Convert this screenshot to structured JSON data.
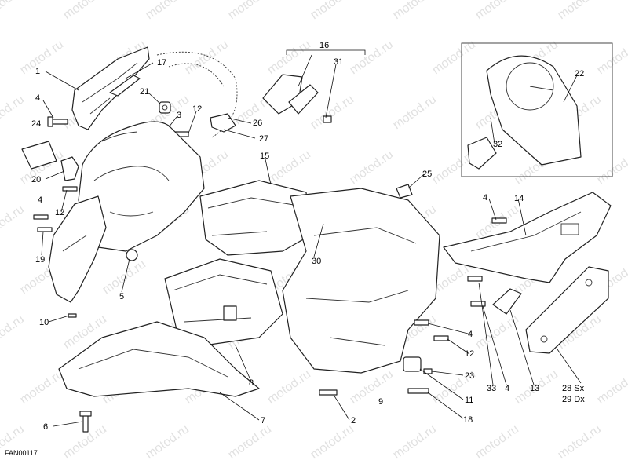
{
  "diagram": {
    "drawing_code": "FAN00117",
    "watermark": "motod.ru",
    "group_label": "16",
    "callouts": [
      {
        "id": "c1",
        "text": "1"
      },
      {
        "id": "c17",
        "text": "17"
      },
      {
        "id": "c4a",
        "text": "4"
      },
      {
        "id": "c21",
        "text": "21"
      },
      {
        "id": "c3",
        "text": "3"
      },
      {
        "id": "c12a",
        "text": "12"
      },
      {
        "id": "c24",
        "text": "24"
      },
      {
        "id": "c26",
        "text": "26"
      },
      {
        "id": "c27",
        "text": "27"
      },
      {
        "id": "c16",
        "text": "16"
      },
      {
        "id": "c31",
        "text": "31"
      },
      {
        "id": "c22",
        "text": "22"
      },
      {
        "id": "c32",
        "text": "32"
      },
      {
        "id": "c15",
        "text": "15"
      },
      {
        "id": "c25",
        "text": "25"
      },
      {
        "id": "c20",
        "text": "20"
      },
      {
        "id": "c4b",
        "text": "4"
      },
      {
        "id": "c12b",
        "text": "12"
      },
      {
        "id": "c4c",
        "text": "4"
      },
      {
        "id": "c14",
        "text": "14"
      },
      {
        "id": "c19",
        "text": "19"
      },
      {
        "id": "c30",
        "text": "30"
      },
      {
        "id": "c5",
        "text": "5"
      },
      {
        "id": "c10",
        "text": "10"
      },
      {
        "id": "c4d",
        "text": "4"
      },
      {
        "id": "c12c",
        "text": "12"
      },
      {
        "id": "c23",
        "text": "23"
      },
      {
        "id": "c8",
        "text": "8"
      },
      {
        "id": "c33",
        "text": "33"
      },
      {
        "id": "c4e",
        "text": "4"
      },
      {
        "id": "c13",
        "text": "13"
      },
      {
        "id": "c28",
        "text": "28 Sx"
      },
      {
        "id": "c29",
        "text": "29 Dx"
      },
      {
        "id": "c9",
        "text": "9"
      },
      {
        "id": "c11",
        "text": "11"
      },
      {
        "id": "c6",
        "text": "6"
      },
      {
        "id": "c7",
        "text": "7"
      },
      {
        "id": "c2",
        "text": "2"
      },
      {
        "id": "c18",
        "text": "18"
      }
    ]
  }
}
